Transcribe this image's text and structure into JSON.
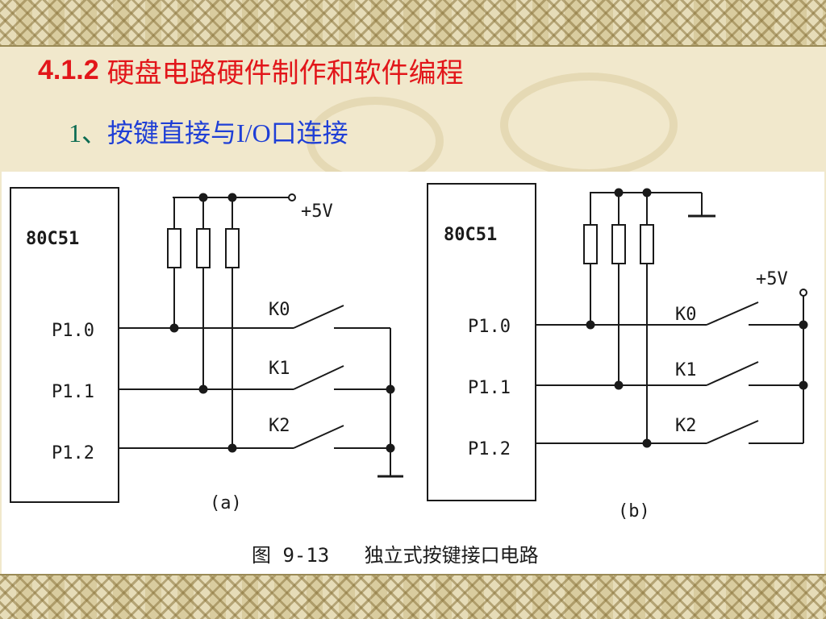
{
  "slide": {
    "heading_number": "4.1.2",
    "heading_text": "硬盘电路硬件制作和软件编程",
    "sub_number": "1、",
    "sub_text": "按键直接与I/O口连接"
  },
  "figure": {
    "panel_a": {
      "chip": "80C51",
      "pins": [
        "P1.0",
        "P1.1",
        "P1.2"
      ],
      "keys": [
        "K0",
        "K1",
        "K2"
      ],
      "supply": "+5V",
      "label": "(a)"
    },
    "panel_b": {
      "chip": "80C51",
      "pins": [
        "P1.0",
        "P1.1",
        "P1.2"
      ],
      "keys": [
        "K0",
        "K1",
        "K2"
      ],
      "supply": "+5V",
      "label": "(b)"
    },
    "caption": "图 9-13   独立式按键接口电路"
  },
  "colors": {
    "heading": "#e2161a",
    "sub_number": "#0b6b52",
    "sub_text": "#1f3fd6"
  }
}
